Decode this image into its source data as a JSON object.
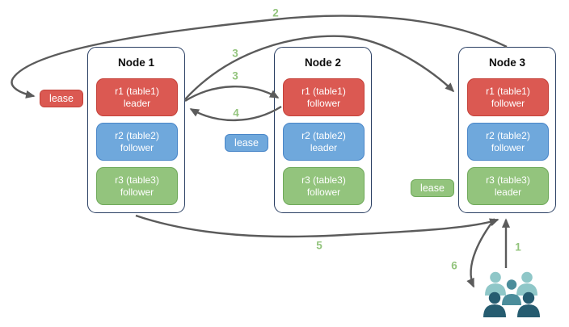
{
  "nodes": [
    {
      "title": "Node 1",
      "replicas": [
        {
          "label": "r1 (table1)",
          "role": "leader",
          "color": "#db5952"
        },
        {
          "label": "r2 (table2)",
          "role": "follower",
          "color": "#6fa8dc"
        },
        {
          "label": "r3 (table3)",
          "role": "follower",
          "color": "#93c47d"
        }
      ]
    },
    {
      "title": "Node 2",
      "replicas": [
        {
          "label": "r1 (table1)",
          "role": "follower",
          "color": "#db5952"
        },
        {
          "label": "r2 (table2)",
          "role": "leader",
          "color": "#6fa8dc"
        },
        {
          "label": "r3 (table3)",
          "role": "follower",
          "color": "#93c47d"
        }
      ]
    },
    {
      "title": "Node 3",
      "replicas": [
        {
          "label": "r1 (table1)",
          "role": "follower",
          "color": "#db5952"
        },
        {
          "label": "r2 (table2)",
          "role": "follower",
          "color": "#6fa8dc"
        },
        {
          "label": "r3 (table3)",
          "role": "leader",
          "color": "#93c47d"
        }
      ]
    }
  ],
  "leases": [
    {
      "label": "lease",
      "color": "#db5952",
      "near": "Node 1 r1 leader"
    },
    {
      "label": "lease",
      "color": "#6fa8dc",
      "near": "Node 2 r2 leader"
    },
    {
      "label": "lease",
      "color": "#93c47d",
      "near": "Node 3 r3 leader"
    }
  ],
  "steps": {
    "s1": "1",
    "s2": "2",
    "s3a": "3",
    "s3b": "3",
    "s4": "4",
    "s5": "5",
    "s6": "6"
  },
  "colors": {
    "node_border": "#2a3f63",
    "arrow": "#5b5b5b",
    "step_label": "#93c47d",
    "red_fill": "#db5952",
    "red_border": "#c4423a",
    "blue_fill": "#6fa8dc",
    "blue_border": "#4a86c8",
    "green_fill": "#93c47d",
    "green_border": "#6fa95a",
    "users_light": "#8fc7c8",
    "users_medium": "#4b8d9b",
    "users_dark": "#265c70"
  }
}
